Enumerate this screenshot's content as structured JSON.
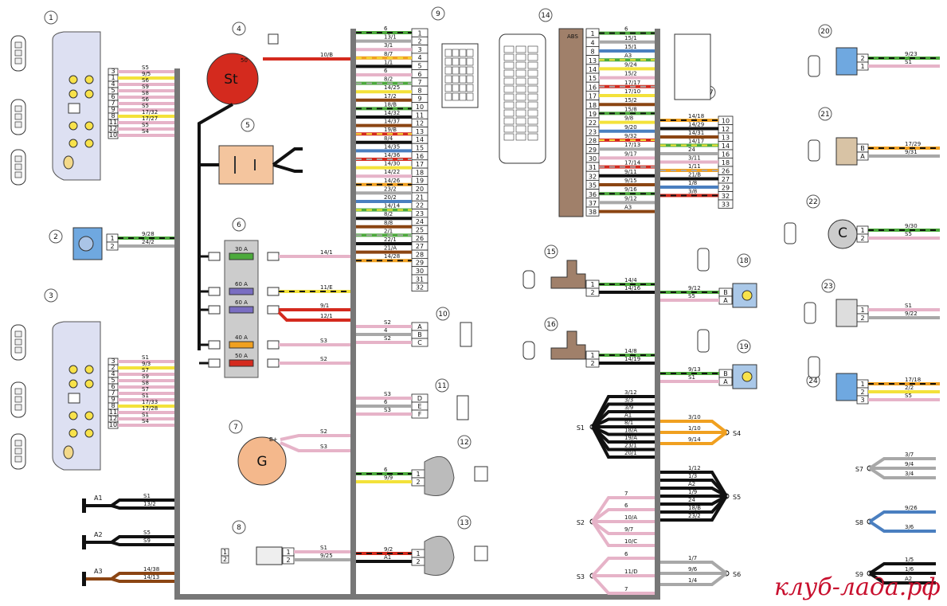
{
  "watermark": "клуб-лада.рф",
  "colors": {
    "red": "#d42a1e",
    "pink": "#e6b3c8",
    "black": "#111111",
    "green": "#4caa3c",
    "blue": "#4a7fc0",
    "yellow": "#f3e23a",
    "orange": "#f0a020",
    "brown": "#8b4513",
    "gray": "#a8a8a8",
    "white": "#ffffff",
    "bus": "#777777"
  },
  "components": {
    "starter_label": "St",
    "starter_pin": "50",
    "generator_label": "G",
    "generator_pin": "B+",
    "abs_label": "ABS",
    "tacho_label": "C",
    "fuses": [
      "30 A",
      "60 A",
      "60 A",
      "40 A",
      "50 A"
    ]
  },
  "numbers": [
    "1",
    "2",
    "3",
    "4",
    "5",
    "6",
    "7",
    "8",
    "9",
    "10",
    "11",
    "12",
    "13",
    "14",
    "15",
    "16",
    "17",
    "18",
    "19",
    "20",
    "21",
    "22",
    "23",
    "24"
  ],
  "conn9": {
    "pins": [
      "1",
      "2",
      "3",
      "4",
      "5",
      "6",
      "7",
      "8",
      "9",
      "10",
      "11",
      "12",
      "13",
      "14",
      "15",
      "16",
      "17",
      "18",
      "19",
      "20",
      "21",
      "22",
      "23",
      "24",
      "25",
      "26",
      "27",
      "28",
      "29",
      "30",
      "31",
      "32"
    ],
    "wires": [
      "6",
      "13/1",
      "3/1",
      "8/7",
      "1/1",
      "6",
      "8/2",
      "14/25",
      "17/2",
      "18/B",
      "14/32",
      "14/37",
      "19/B",
      "8/4",
      "14/35",
      "14/36",
      "14/30",
      "14/22",
      "14/26",
      "23/2",
      "20/2",
      "14/14",
      "8/2",
      "8/8",
      "2/1",
      "22/1",
      "21/A",
      "14/28"
    ]
  },
  "conn14": {
    "pins": [
      "1",
      "4",
      "8",
      "13",
      "14",
      "15",
      "16",
      "17",
      "18",
      "19",
      "22",
      "23",
      "28",
      "29",
      "30",
      "31",
      "32",
      "35",
      "36",
      "37",
      "38"
    ],
    "wires": [
      "6",
      "15/1",
      "15/1",
      "A3",
      "9/24",
      "15/2",
      "17/17",
      "17/10",
      "15/2",
      "15/8",
      "9/8",
      "9/20",
      "9/32",
      "17/13",
      "9/17",
      "17/14",
      "9/11",
      "9/15",
      "9/16",
      "9/12",
      "A3"
    ]
  },
  "conn17": {
    "pins": [
      "10",
      "12",
      "13",
      "14",
      "16",
      "18",
      "26",
      "27",
      "29",
      "32",
      "33"
    ],
    "wires": [
      "14/18",
      "14/29",
      "14/31",
      "14/17",
      "24",
      "3/11",
      "1/11",
      "21/B",
      "1/8",
      "3/8"
    ]
  },
  "left_labels": {
    "c1": {
      "pins": [
        "3",
        "1",
        "4",
        "5",
        "6",
        "7",
        "9",
        "8",
        "11",
        "12",
        "10"
      ],
      "wires": [
        "S5",
        "9/5",
        "S6",
        "S9",
        "S8",
        "S6",
        "S5",
        "17/32",
        "17/27",
        "S5",
        "S4"
      ]
    },
    "c2": {
      "pins": [
        "1",
        "2"
      ],
      "wires": [
        "9/28",
        "24/2"
      ]
    },
    "c3": {
      "pins": [
        "3",
        "2",
        "4",
        "5",
        "6",
        "7",
        "9",
        "8",
        "11",
        "12",
        "10"
      ],
      "wires": [
        "S1",
        "9/3",
        "S7",
        "S9",
        "S8",
        "S7",
        "S1",
        "17/33",
        "17/28",
        "S1",
        "S4"
      ]
    },
    "grounds": [
      {
        "id": "A1",
        "w": [
          "S1",
          "13/2"
        ]
      },
      {
        "id": "A2",
        "w": [
          "S5",
          "S9"
        ]
      },
      {
        "id": "A3",
        "w": [
          "14/38",
          "14/13"
        ]
      }
    ],
    "starter_wire": "10/B",
    "fuse_wires": [
      "14/1",
      "11/E",
      "9/1",
      "12/1",
      "S3",
      "S2"
    ],
    "gen_wires": [
      "S2",
      "S3"
    ],
    "c8": {
      "pins": [
        "1",
        "2"
      ],
      "wires": [
        "S1",
        "9/25"
      ]
    }
  },
  "mid_labels": {
    "c10": {
      "pins": [
        "A",
        "B",
        "C"
      ],
      "wires": [
        "S2",
        "4",
        "S2"
      ]
    },
    "c11": {
      "pins": [
        "D",
        "E",
        "F"
      ],
      "wires": [
        "S3",
        "6",
        "S3"
      ]
    },
    "c12": {
      "pins": [
        "1",
        "2"
      ],
      "wires": [
        "6",
        "9/9"
      ]
    },
    "c13": {
      "pins": [
        "1",
        "2"
      ],
      "wires": [
        "9/2",
        "A1"
      ]
    },
    "c15": {
      "pins": [
        "1",
        "2"
      ],
      "wires": [
        "14/4",
        "14/16"
      ]
    },
    "c16": {
      "pins": [
        "1",
        "2"
      ],
      "wires": [
        "14/8",
        "14/19"
      ]
    },
    "s1": {
      "id": "S1",
      "wires": [
        "3/12",
        "3/3",
        "3/9",
        "A1",
        "8/1",
        "18/A",
        "19/A",
        "23/1",
        "20/1"
      ]
    },
    "s2": {
      "id": "S2",
      "wires": [
        "7",
        "6",
        "10/A",
        "9/7",
        "10/C"
      ]
    },
    "s3": {
      "id": "S3",
      "wires": [
        "6",
        "11/D",
        "7"
      ]
    }
  },
  "right_labels": {
    "c18": {
      "pins": [
        "B",
        "A"
      ],
      "wires": [
        "9/12",
        "S5"
      ]
    },
    "c19": {
      "pins": [
        "B",
        "A"
      ],
      "wires": [
        "9/13",
        "S1"
      ]
    },
    "c20": {
      "pins": [
        "2",
        "1"
      ],
      "wires": [
        "9/23",
        "S1"
      ]
    },
    "c21": {
      "pins": [
        "B",
        "A"
      ],
      "wires": [
        "17/29",
        "9/31"
      ]
    },
    "c22": {
      "pins": [
        "1",
        "2"
      ],
      "wires": [
        "9/30",
        "S5"
      ]
    },
    "c23": {
      "pins": [
        "1",
        "2"
      ],
      "wires": [
        "S1",
        "9/22"
      ]
    },
    "c24": {
      "pins": [
        "1",
        "2",
        "3"
      ],
      "wires": [
        "17/18",
        "2/2",
        "S5"
      ]
    },
    "s4": {
      "id": "S4",
      "wires": [
        "3/10",
        "1/10",
        "9/14"
      ]
    },
    "s5": {
      "id": "S5",
      "wires": [
        "1/12",
        "1/3",
        "A2",
        "1/9",
        "24",
        "18/B",
        "23/2"
      ]
    },
    "s6": {
      "id": "S6",
      "wires": [
        "1/7",
        "9/6",
        "1/4"
      ]
    },
    "s7": {
      "id": "S7",
      "wires": [
        "3/7",
        "9/4",
        "3/4"
      ]
    },
    "s8": {
      "id": "S8",
      "wires": [
        "9/26",
        "3/6"
      ]
    },
    "s9": {
      "id": "S9",
      "wires": [
        "1/5",
        "1/6",
        "A2"
      ]
    }
  }
}
